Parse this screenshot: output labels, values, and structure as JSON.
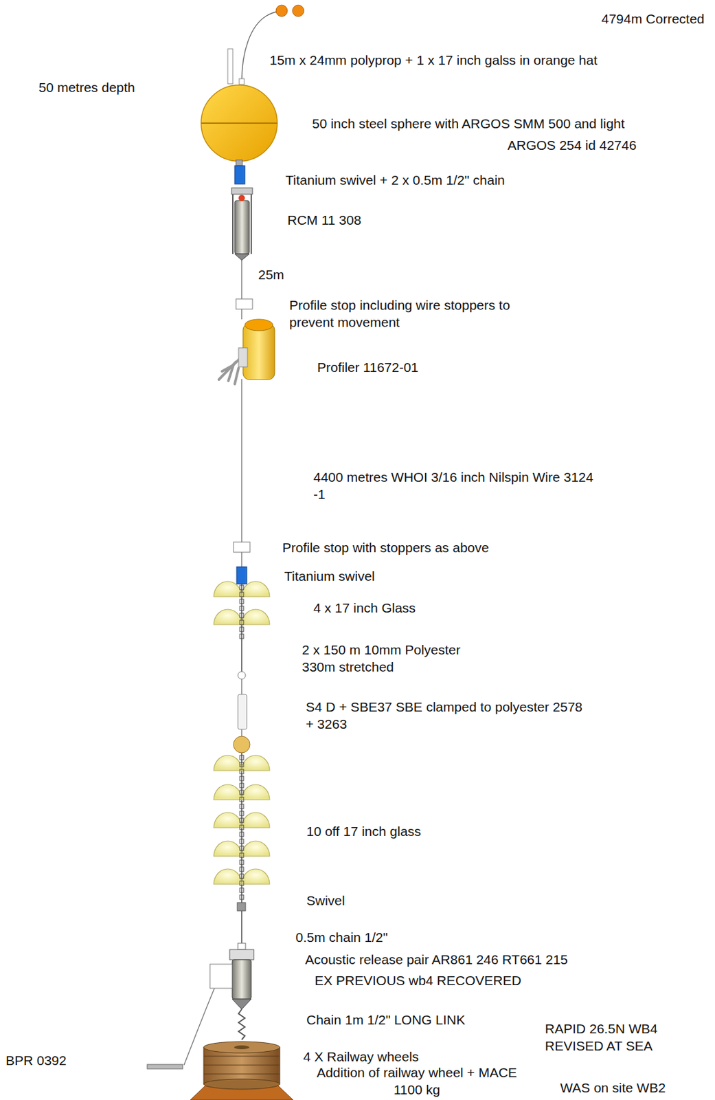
{
  "diagram": {
    "labels": [
      "4794m Corrected",
      "15m x 24mm polyprop + 1 x 17 inch galss in orange hat",
      "50 metres depth",
      "50 inch steel sphere with ARGOS SMM 500 and light",
      "ARGOS 254 id 42746",
      "Titanium swivel + 2 x 0.5m 1/2\" chain",
      "RCM 11 308",
      "25m",
      "Profile stop including wire stoppers to prevent movement",
      "Profiler 11672-01",
      "4400 metres WHOI 3/16 inch Nilspin Wire 3124 -1",
      "Profile stop with stoppers as above",
      "Titanium swivel",
      "4 x 17 inch Glass",
      "2 x 150 m 10mm Polyester 330m stretched",
      "S4 D + SBE37 SBE clamped to polyester 2578 + 3263",
      "10 off 17 inch glass",
      "Swivel",
      "0.5m chain 1/2\"",
      "Acoustic release pair AR861 246 RT661 215",
      "EX PREVIOUS wb4 RECOVERED",
      "Chain 1m 1/2\" LONG LINK",
      "RAPID 26.5N WB4 REVISED AT SEA",
      "BPR 0392",
      "4 X Railway wheels",
      "Addition of railway wheel + MACE 1100 kg",
      "WAS on site WB2"
    ]
  }
}
